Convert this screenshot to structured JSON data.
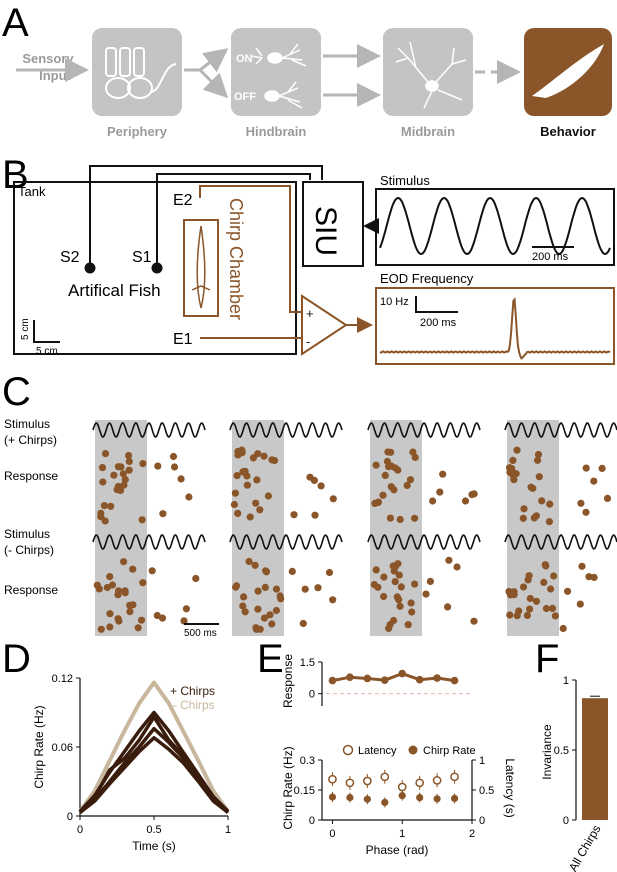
{
  "colors": {
    "brown": "#8a5528",
    "dark_brown": "#3a1c0c",
    "tan": "#c8b79c",
    "gray_box": "#c4c4c4",
    "gray_text": "#9a9a9a",
    "shade": "#c8c8c8"
  },
  "panel_labels": [
    "A",
    "B",
    "C",
    "D",
    "E",
    "F"
  ],
  "panelA": {
    "input_label_1": "Sensory",
    "input_label_2": "Input",
    "stages": [
      "Periphery",
      "Hindbrain",
      "Midbrain",
      "Behavior"
    ],
    "on_label": "ON",
    "off_label": "OFF"
  },
  "panelB": {
    "tank_label": "Tank",
    "s2_label": "S2",
    "s1_label": "S1",
    "e2_label": "E2",
    "e1_label": "E1",
    "fish_label": "Artifical Fish",
    "chamber_label": "Chirp Chamber",
    "siu_label": "SIU",
    "scale_v": "5 cm",
    "scale_h": "5 cm",
    "stimulus_title": "Stimulus",
    "stimulus_scale": "200 ms",
    "eod_title": "EOD Frequency",
    "eod_scale_v": "10 Hz",
    "eod_scale_h": "200 ms",
    "amp_plus": "+",
    "amp_minus": "-"
  },
  "panelC": {
    "row_labels": [
      [
        "Stimulus",
        "(+ Chirps)"
      ],
      [
        "Response"
      ],
      [
        "Stimulus",
        "(- Chirps)"
      ],
      [
        "Response"
      ]
    ],
    "scale_bar": "500 ms"
  },
  "panelD": {
    "legend_plus": "+ Chirps",
    "legend_minus": "– Chirps"
  },
  "panelE": {
    "legend_latency": "Latency",
    "legend_chirp_rate": "Chirp Rate"
  },
  "panelF": {
    "category": "All Chirps"
  },
  "chart_data": [
    {
      "type": "line",
      "panel": "D",
      "xlabel": "Time (s)",
      "ylabel": "Chirp Rate (Hz)",
      "xlim": [
        0,
        1
      ],
      "ylim": [
        0,
        0.12
      ],
      "xticks": [
        "0",
        "0.5",
        "1"
      ],
      "yticks": [
        "0",
        "0.06",
        "0.12"
      ],
      "x": [
        0,
        0.1,
        0.2,
        0.3,
        0.4,
        0.5,
        0.6,
        0.7,
        0.8,
        0.9,
        1.0
      ],
      "series": [
        {
          "name": "– Chirps",
          "values": [
            0.004,
            0.022,
            0.048,
            0.074,
            0.098,
            0.116,
            0.098,
            0.073,
            0.048,
            0.022,
            0.004
          ]
        },
        {
          "name": "+ Chirps",
          "values": [
            0.004,
            0.018,
            0.038,
            0.056,
            0.074,
            0.09,
            0.074,
            0.055,
            0.036,
            0.017,
            0.004
          ]
        },
        {
          "name": "+ Chirps",
          "values": [
            0.003,
            0.016,
            0.04,
            0.05,
            0.066,
            0.086,
            0.066,
            0.052,
            0.034,
            0.015,
            0.003
          ]
        },
        {
          "name": "+ Chirps",
          "values": [
            0.003,
            0.014,
            0.03,
            0.046,
            0.06,
            0.076,
            0.064,
            0.05,
            0.032,
            0.014,
            0.003
          ]
        },
        {
          "name": "+ Chirps",
          "values": [
            0.003,
            0.013,
            0.028,
            0.042,
            0.056,
            0.068,
            0.058,
            0.046,
            0.03,
            0.013,
            0.003
          ]
        }
      ]
    },
    {
      "type": "line",
      "panel": "E-top",
      "ylabel": "Response",
      "ylim": [
        -0.3,
        1.5
      ],
      "yticks": [
        "1.5",
        "0"
      ],
      "x": [
        0,
        0.25,
        0.5,
        0.75,
        1.0,
        1.25,
        1.5,
        1.75
      ],
      "values": [
        0.62,
        0.78,
        0.72,
        0.64,
        0.95,
        0.66,
        0.74,
        0.62
      ]
    },
    {
      "type": "scatter",
      "panel": "E-bottom",
      "xlabel": "Phase (rad)",
      "ylabel": "Chirp Rate (Hz)",
      "ylabel_right": "Latency (s)",
      "xlim": [
        -0.15,
        2.0
      ],
      "ylim": [
        0,
        0.3
      ],
      "ylim_right": [
        0,
        1
      ],
      "xticks": [
        "0",
        "1",
        "2"
      ],
      "yticks": [
        "0",
        "0.15",
        "0.3"
      ],
      "yticks_right": [
        "0",
        "0.5",
        "1"
      ],
      "x": [
        0,
        0.25,
        0.5,
        0.75,
        1.0,
        1.25,
        1.5,
        1.75
      ],
      "series": [
        {
          "name": "Latency",
          "axis": "right",
          "values": [
            0.68,
            0.62,
            0.65,
            0.72,
            0.55,
            0.62,
            0.66,
            0.72
          ]
        },
        {
          "name": "Chirp Rate",
          "axis": "left",
          "values": [
            0.115,
            0.112,
            0.104,
            0.088,
            0.122,
            0.112,
            0.106,
            0.108
          ]
        }
      ]
    },
    {
      "type": "bar",
      "panel": "F",
      "ylabel": "Invariance",
      "categories": [
        "All Chirps"
      ],
      "values": [
        0.87
      ],
      "ylim": [
        0,
        1
      ],
      "yticks": [
        "0",
        "0.5",
        "1"
      ]
    }
  ]
}
